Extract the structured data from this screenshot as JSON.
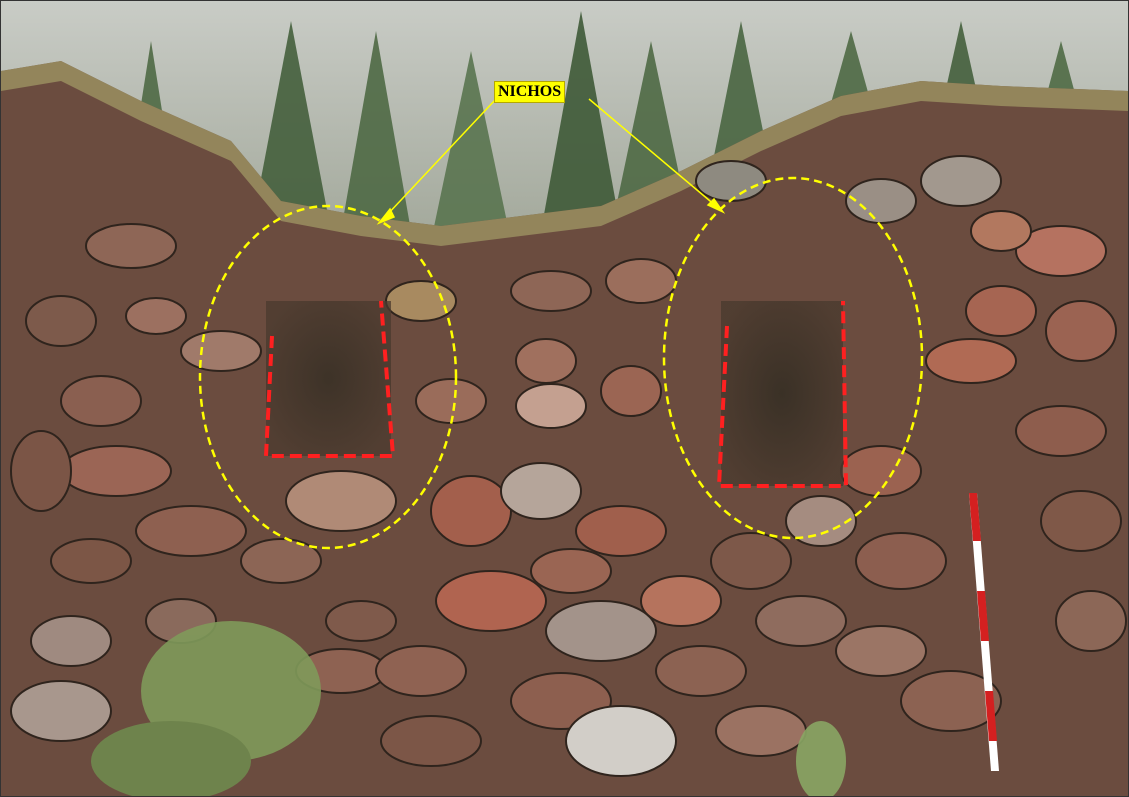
{
  "annotation": {
    "label": "NICHOS",
    "label_bg": "#ffff00",
    "ellipse_color": "#ffff00",
    "niche_outline_color": "#ff2020"
  },
  "scene": {
    "icons": [
      "stone-wall",
      "trees",
      "measuring-rod"
    ],
    "rod_colors": [
      "#d42020",
      "#ffffff"
    ]
  }
}
